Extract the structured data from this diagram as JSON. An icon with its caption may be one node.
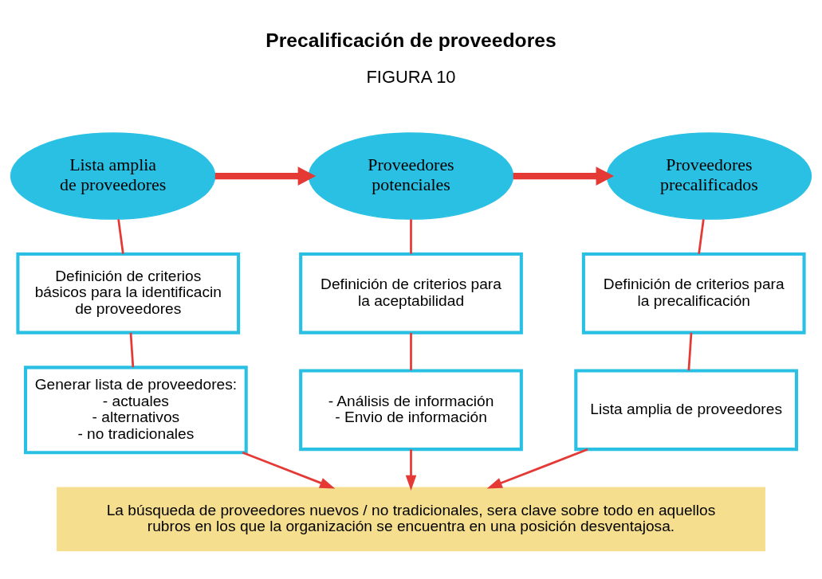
{
  "diagram": {
    "title": "Precalificación de proveedores",
    "nodes": [
      {
        "text": [
          "Lista amplia de proveedores"
        ]
      },
      {
        "text": [
          "Proveedores potenciales"
        ]
      },
      {
        "text": [
          "Proveedores precalificados"
        ]
      },
      {
        "text": [
          "Definición de criterios básicos para la identificacin de proveedores"
        ]
      },
      {
        "text": [
          "Generar lista de proveedores: - actuales - alternativos - no tradicionales"
        ]
      },
      {
        "text": [
          "Definición de criterios para la aceptabilidad"
        ]
      },
      {
        "text": [
          "- Análisis de información - Envio de información"
        ]
      },
      {
        "text": [
          "Definición de criterios para la precalificación"
        ]
      },
      {
        "text": [
          "Lista amplia de proveedores"
        ]
      },
      {
        "text": [
          "La búsqueda de proveedores nuevos / no tradicionales, sera clave sobre todo en aquellos rubros en los que la organización se encuentra en una posición desventajosa."
        ]
      }
    ],
    "edges": [
      {
        "from": 0,
        "to": 1,
        "arrow": "to",
        "style": "thick"
      },
      {
        "from": 1,
        "to": 2,
        "arrow": "to",
        "style": "thick"
      },
      {
        "from": 0,
        "to": 3,
        "arrow": "none"
      },
      {
        "from": 3,
        "to": 4,
        "arrow": "none"
      },
      {
        "from": 4,
        "to": 9,
        "arrow": "to"
      },
      {
        "from": 1,
        "to": 5,
        "arrow": "none"
      },
      {
        "from": 5,
        "to": 6,
        "arrow": "none"
      },
      {
        "from": 6,
        "to": 9,
        "arrow": "to"
      },
      {
        "from": 2,
        "to": 7,
        "arrow": "none"
      },
      {
        "from": 7,
        "to": 8,
        "arrow": "none"
      },
      {
        "from": 8,
        "to": 9,
        "arrow": "to"
      }
    ],
    "labels": [
      "FIGURA 10"
    ]
  }
}
